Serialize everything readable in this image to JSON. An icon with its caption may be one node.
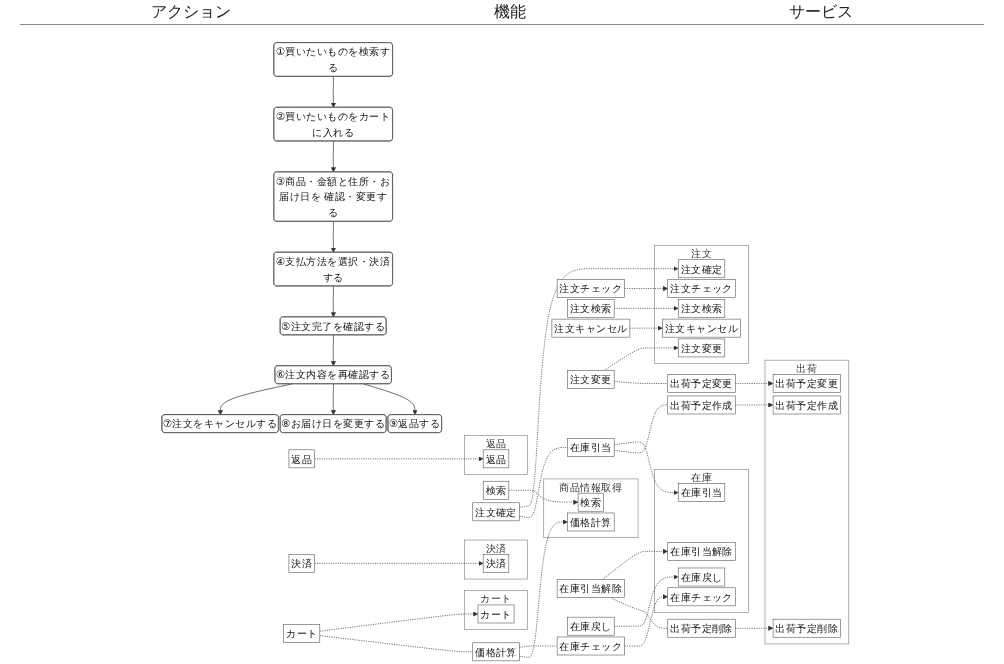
{
  "diagram": {
    "nodes": [
      {
        "text": [
          "①買いたいものを検索する"
        ]
      },
      {
        "text": [
          "②買いたいものをカートに入れる"
        ]
      },
      {
        "text": [
          "③商品・金額と住所・お届け日を 確認・変更する"
        ]
      },
      {
        "text": [
          "④支払方法を選択・決済する"
        ]
      },
      {
        "text": [
          "⑤注文完了を確認する"
        ]
      },
      {
        "text": [
          "⑥注文内容を再確認する"
        ]
      },
      {
        "text": [
          "⑦注文をキャンセルする"
        ]
      },
      {
        "text": [
          "⑧お届け日を変更する"
        ]
      },
      {
        "text": [
          "⑨返品する"
        ]
      },
      {
        "text": [
          "検索"
        ]
      },
      {
        "text": [
          "カート"
        ]
      },
      {
        "text": [
          "注文チェック"
        ]
      },
      {
        "text": [
          "決済"
        ]
      },
      {
        "text": [
          "注文確定"
        ]
      },
      {
        "text": [
          "注文検索"
        ]
      },
      {
        "text": [
          "注文キャンセル"
        ]
      },
      {
        "text": [
          "注文変更"
        ]
      },
      {
        "text": [
          "返品"
        ]
      },
      {
        "text": [
          "価格計算"
        ]
      },
      {
        "text": [
          "在庫チェック"
        ]
      },
      {
        "text": [
          "在庫引当"
        ]
      },
      {
        "text": [
          "出荷予定作成"
        ]
      },
      {
        "text": [
          "在庫引当解除"
        ]
      },
      {
        "text": [
          "出荷予定削除"
        ]
      },
      {
        "text": [
          "出荷予定変更"
        ]
      },
      {
        "text": [
          "在庫戻し"
        ]
      },
      {
        "text": [
          "商品情報取得"
        ]
      },
      {
        "text": [
          "検索"
        ],
        "in": 26
      },
      {
        "text": [
          "価格計算"
        ],
        "in": 26
      },
      {
        "text": [
          "在庫"
        ]
      },
      {
        "text": [
          "在庫チェック"
        ],
        "in": 29
      },
      {
        "text": [
          "在庫引当"
        ],
        "in": 29
      },
      {
        "text": [
          "在庫引当解除"
        ],
        "in": 29
      },
      {
        "text": [
          "在庫戻し"
        ],
        "in": 29
      },
      {
        "text": [
          "決済"
        ]
      },
      {
        "text": [
          "決済"
        ],
        "in": 34
      },
      {
        "text": [
          "カート"
        ]
      },
      {
        "text": [
          "カート"
        ],
        "in": 36
      },
      {
        "text": [
          "注文"
        ]
      },
      {
        "text": [
          "注文チェック"
        ],
        "in": 38
      },
      {
        "text": [
          "注文確定"
        ],
        "in": 38
      },
      {
        "text": [
          "注文検索"
        ],
        "in": 38
      },
      {
        "text": [
          "注文キャンセル"
        ],
        "in": 38
      },
      {
        "text": [
          "注文変更"
        ],
        "in": 38
      },
      {
        "text": [
          "出荷"
        ]
      },
      {
        "text": [
          "出荷予定作成"
        ],
        "in": 44
      },
      {
        "text": [
          "出荷予定削除"
        ],
        "in": 44
      },
      {
        "text": [
          "出荷予定変更"
        ],
        "in": 44
      },
      {
        "text": [
          "返品"
        ]
      },
      {
        "text": [
          "返品"
        ],
        "in": 48
      }
    ],
    "edges": [
      {
        "from": 0,
        "to": 1,
        "arrow": "to"
      },
      {
        "from": 1,
        "to": 2,
        "arrow": "to"
      },
      {
        "from": 2,
        "to": 3,
        "arrow": "to"
      },
      {
        "from": 3,
        "to": 4,
        "arrow": "to"
      },
      {
        "from": 4,
        "to": 5,
        "arrow": "to"
      },
      {
        "from": 5,
        "to": 6,
        "arrow": "to"
      },
      {
        "from": 5,
        "to": 7,
        "arrow": "to"
      },
      {
        "from": 5,
        "to": 8,
        "arrow": "to"
      },
      {
        "from": 9,
        "to": 27,
        "arrow": "to",
        "style": "dashed"
      },
      {
        "from": 18,
        "to": 28,
        "arrow": "to",
        "style": "dashed"
      },
      {
        "from": 10,
        "to": 18,
        "arrow": "none",
        "style": "dashed"
      },
      {
        "from": 18,
        "to": 19,
        "arrow": "none",
        "style": "dashed"
      },
      {
        "from": 10,
        "to": 37,
        "arrow": "to",
        "style": "dashed"
      },
      {
        "from": 19,
        "to": 30,
        "arrow": "to",
        "style": "dashed"
      },
      {
        "from": 11,
        "to": 39,
        "arrow": "to",
        "style": "dashed"
      },
      {
        "from": 12,
        "to": 35,
        "arrow": "to",
        "style": "dashed"
      },
      {
        "from": 13,
        "to": 20,
        "arrow": "none",
        "style": "dashed"
      },
      {
        "from": 20,
        "to": 21,
        "arrow": "none",
        "style": "dashed"
      },
      {
        "from": 13,
        "to": 40,
        "arrow": "to",
        "style": "dashed"
      },
      {
        "from": 20,
        "to": 31,
        "arrow": "to",
        "style": "dashed"
      },
      {
        "from": 21,
        "to": 45,
        "arrow": "to",
        "style": "dashed"
      },
      {
        "from": 14,
        "to": 41,
        "arrow": "to",
        "style": "dashed"
      },
      {
        "from": 15,
        "to": 42,
        "arrow": "to",
        "style": "dashed"
      },
      {
        "from": 22,
        "to": 23,
        "arrow": "none",
        "style": "dashed"
      },
      {
        "from": 22,
        "to": 32,
        "arrow": "to",
        "style": "dashed"
      },
      {
        "from": 23,
        "to": 46,
        "arrow": "to",
        "style": "dashed"
      },
      {
        "from": 16,
        "to": 24,
        "arrow": "none",
        "style": "dashed"
      },
      {
        "from": 16,
        "to": 43,
        "arrow": "to",
        "style": "dashed"
      },
      {
        "from": 24,
        "to": 47,
        "arrow": "to",
        "style": "dashed"
      },
      {
        "from": 25,
        "to": 33,
        "arrow": "to",
        "style": "dashed"
      },
      {
        "from": 17,
        "to": 49,
        "arrow": "to",
        "style": "dashed"
      }
    ],
    "labels": [
      "アクション",
      "機能",
      "サービス"
    ]
  }
}
